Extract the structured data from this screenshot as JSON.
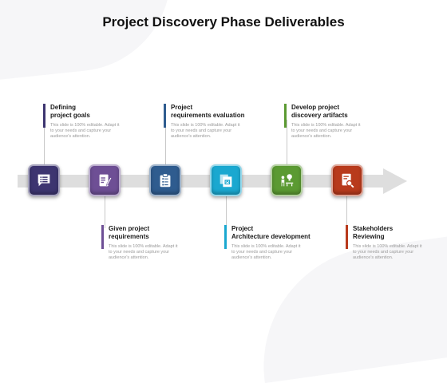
{
  "title": "Project Discovery Phase Deliverables",
  "colors": {
    "step1": "#3d3570",
    "step2": "#6e4f95",
    "step3": "#2f5c8f",
    "step4": "#1aa8d0",
    "step5": "#5b9a32",
    "step6": "#b83a1c",
    "arrow": "#dedede"
  },
  "steps": [
    {
      "label_line1": "Defining",
      "label_line2": "project goals",
      "desc_line1": "This slide is 100% editable. Adapt it",
      "desc_line2": "to your needs and capture your",
      "desc_line3": "audience's attention.",
      "icon": "chat-list-icon"
    },
    {
      "label_line1": "Given project",
      "label_line2": "requirements",
      "desc_line1": "This slide is 100% editable. Adapt it",
      "desc_line2": "to your needs and capture your",
      "desc_line3": "audience's attention.",
      "icon": "document-pen-icon"
    },
    {
      "label_line1": "Project",
      "label_line2": "requirements evaluation",
      "desc_line1": "This slide is 100% editable. Adapt it",
      "desc_line2": "to your needs and capture your",
      "desc_line3": "audience's attention.",
      "icon": "clipboard-checklist-icon"
    },
    {
      "label_line1": "Project",
      "label_line2": "Architecture development",
      "desc_line1": "This slide is 100% editable. Adapt it",
      "desc_line2": "to your needs and capture your",
      "desc_line3": "audience's attention.",
      "icon": "layered-documents-icon"
    },
    {
      "label_line1": "Develop project",
      "label_line2": "discovery artifacts",
      "desc_line1": "This slide is 100% editable. Adapt it",
      "desc_line2": "to your needs and capture your",
      "desc_line3": "audience's attention.",
      "icon": "presentation-idea-icon"
    },
    {
      "label_line1": "Stakeholders",
      "label_line2": "Reviewing",
      "desc_line1": "This slide is 100% editable. Adapt it",
      "desc_line2": "to your needs and capture your",
      "desc_line3": "audience's attention.",
      "icon": "document-search-icon"
    }
  ]
}
